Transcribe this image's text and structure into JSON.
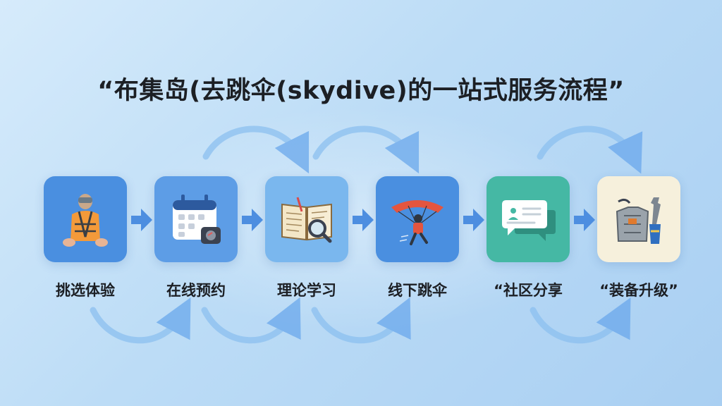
{
  "title": "“布集岛(去跳伞(skydive)的一站式服务流程”",
  "steps": [
    {
      "label": "挑选体验",
      "icon": "skydiver-harness-icon",
      "color": "#4a8fe0"
    },
    {
      "label": "在线预约",
      "icon": "calendar-icon",
      "color": "#5d9de6"
    },
    {
      "label": "理论学习",
      "icon": "book-magnifier-icon",
      "color": "#7ab7ee"
    },
    {
      "label": "线下跳伞",
      "icon": "paraglider-icon",
      "color": "#4a8fe0"
    },
    {
      "label": "“社区分享",
      "icon": "chat-bubble-icon",
      "color": "#45b8a4"
    },
    {
      "label": "“装备升级”",
      "icon": "gear-vest-wrench-icon",
      "color": "#f6f0dc"
    }
  ],
  "colors": {
    "arrow": "#4d8ee0",
    "arc": "#7fb6ee"
  }
}
